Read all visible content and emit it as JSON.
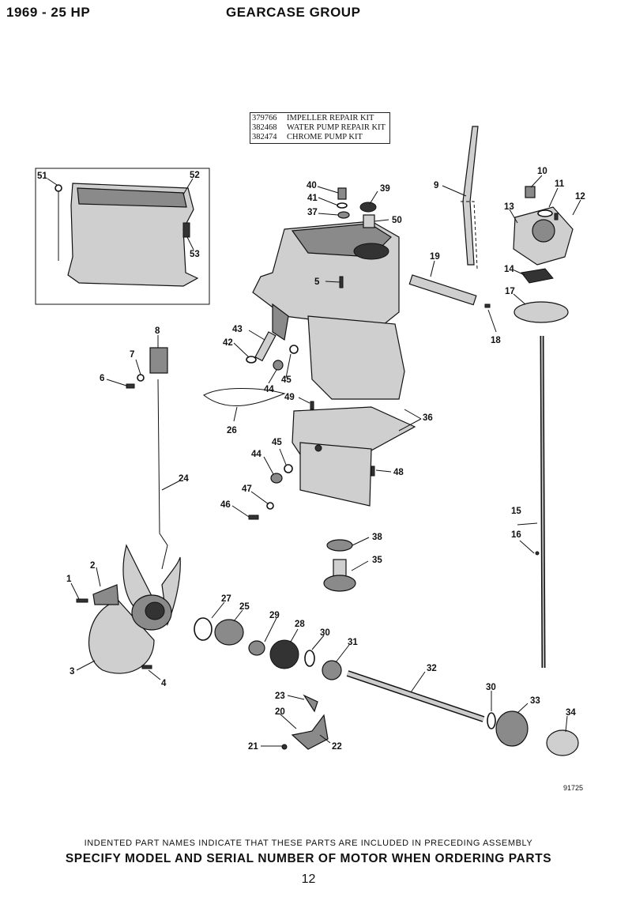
{
  "header": {
    "model": "1969 - 25 HP",
    "group": "GEARCASE GROUP"
  },
  "kit_box": [
    {
      "number": "379766",
      "name": "IMPELLER REPAIR KIT"
    },
    {
      "number": "382468",
      "name": "WATER PUMP REPAIR KIT"
    },
    {
      "number": "382474",
      "name": "CHROME PUMP KIT"
    }
  ],
  "callouts": [
    "1",
    "2",
    "3",
    "4",
    "5",
    "6",
    "7",
    "8",
    "9",
    "10",
    "11",
    "12",
    "13",
    "14",
    "15",
    "16",
    "17",
    "18",
    "19",
    "20",
    "21",
    "22",
    "23",
    "24",
    "25",
    "26",
    "27",
    "28",
    "29",
    "30",
    "30",
    "31",
    "32",
    "33",
    "34",
    "35",
    "36",
    "37",
    "38",
    "39",
    "40",
    "41",
    "42",
    "43",
    "44",
    "44",
    "45",
    "45",
    "46",
    "47",
    "48",
    "49",
    "50",
    "51",
    "52",
    "53"
  ],
  "illustration_number": "91725",
  "footer": {
    "note": "INDENTED PART NAMES INDICATE THAT THESE PARTS ARE INCLUDED IN PRECEDING ASSEMBLY",
    "instruction": "SPECIFY MODEL AND SERIAL NUMBER OF MOTOR WHEN ORDERING PARTS",
    "page_number": "12"
  }
}
